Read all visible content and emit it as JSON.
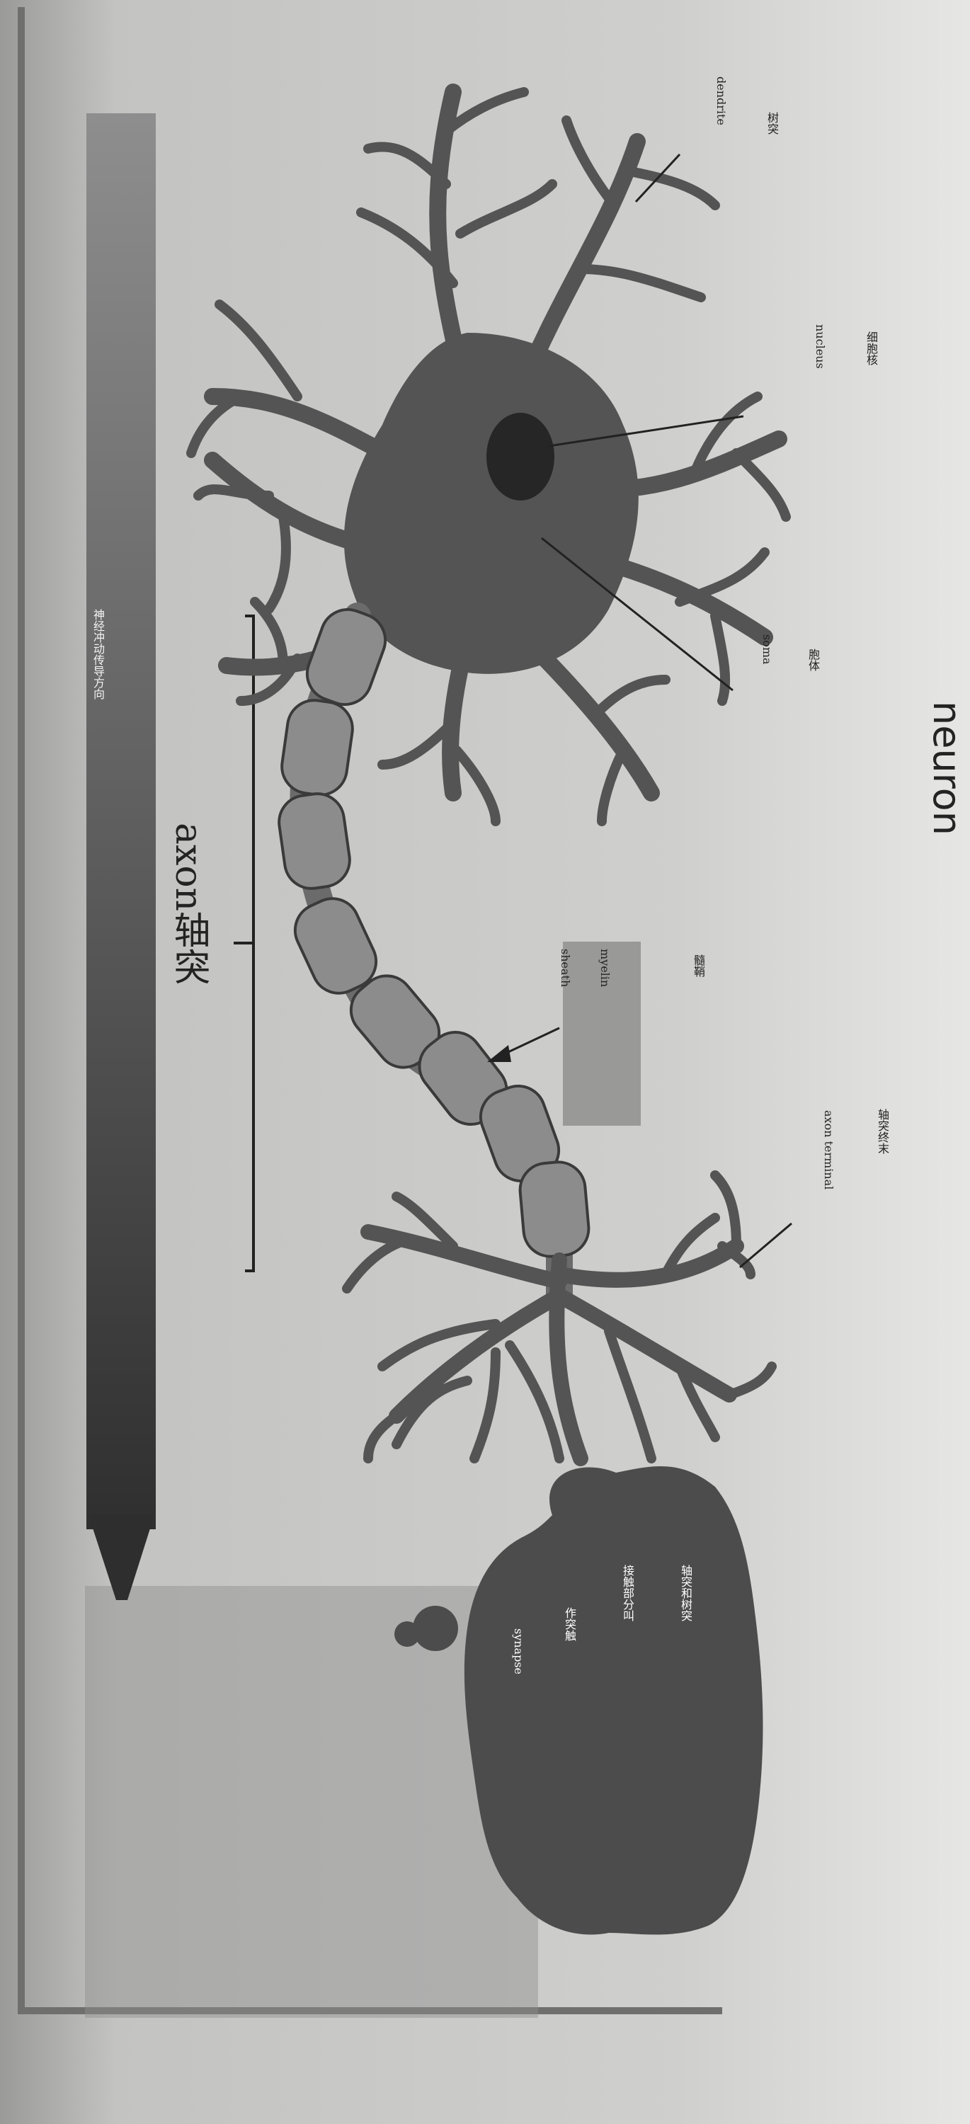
{
  "title": "neuron",
  "labels": {
    "dendrite_zh": "树突",
    "dendrite_en": "dendrite",
    "nucleus_zh": "细胞核",
    "nucleus_en": "nucleus",
    "soma_zh": "胞体",
    "soma_en": "soma",
    "axon": "axon轴突",
    "myelin_zh": "髓鞘",
    "myelin_en_1": "myelin",
    "myelin_en_2": "sheath",
    "axon_terminal_zh": "轴突终末",
    "axon_terminal_en": "axon terminal",
    "synapse_line1": "轴突和树突",
    "synapse_line2": "接触部分叫",
    "synapse_line3": "作突触",
    "synapse_en": "synapse",
    "direction": "神经冲动传导方向"
  }
}
